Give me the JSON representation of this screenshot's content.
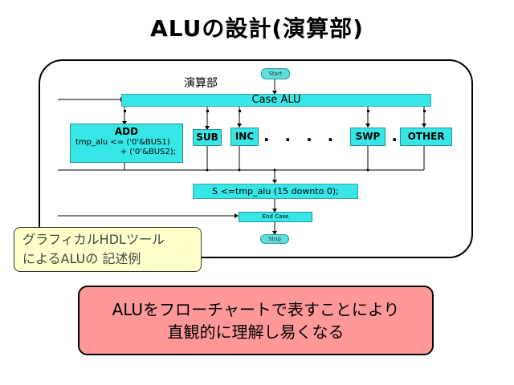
{
  "title": "ALUの設計(演算部)",
  "diagram": {
    "section_label": "演算部",
    "start_label": "Start",
    "case_label": "Case ALU",
    "nodes": {
      "add_title": "ADD",
      "add_line1": "tmp_alu <= ('0'&BUS1)",
      "add_line2": "+ ('0'&BUS2);",
      "sub": "SUB",
      "inc": "INC",
      "dots": ". . . . . . .",
      "swp": "SWP",
      "other": "OTHER"
    },
    "assign_label": "S <=tmp_alu (15 downto 0);",
    "end_case_label": "End Case",
    "stop_label": "Stop"
  },
  "note": {
    "line1": "グラフィカルHDLツール",
    "line2": "によるALUの 記述例"
  },
  "callout": {
    "line1": "ALUをフローチャートで表すことにより",
    "line2": "直観的に理解し易くなる"
  },
  "colors": {
    "node_fill": "#37e6e6",
    "note_fill": "#ffffcc",
    "callout_fill": "#ff9999"
  }
}
